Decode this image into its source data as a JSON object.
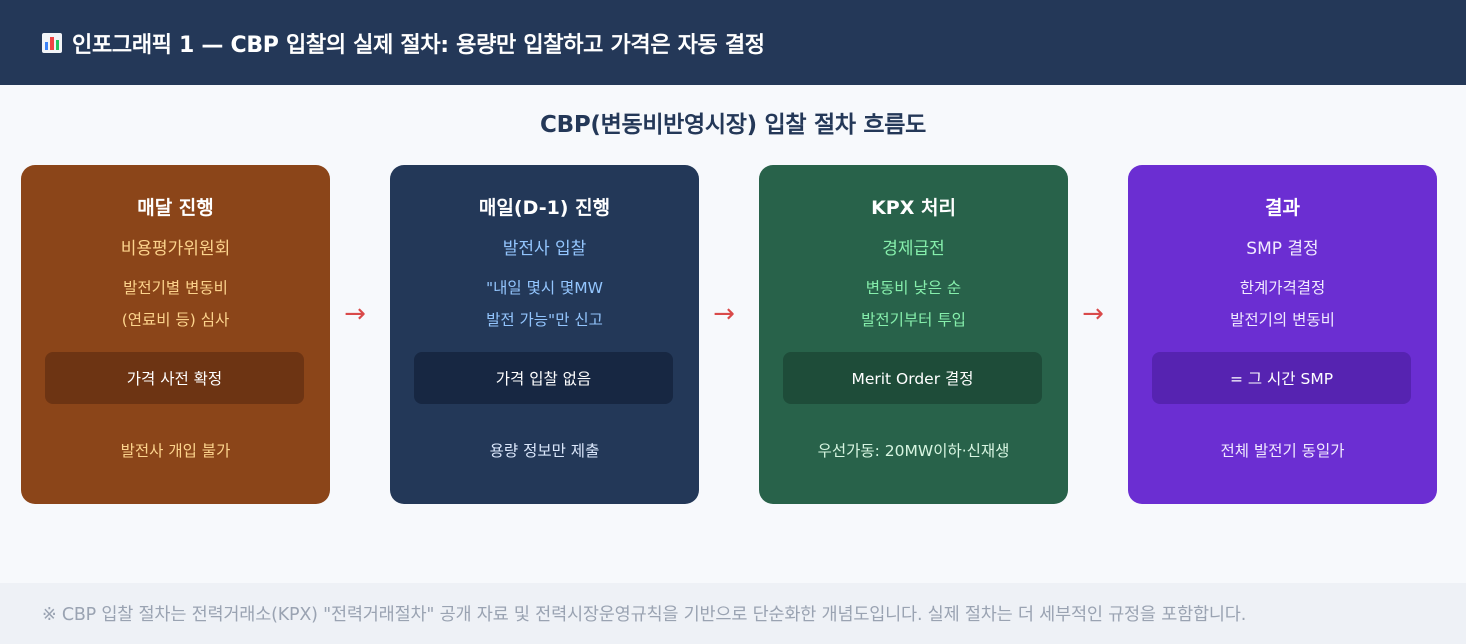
{
  "header": {
    "icon": "bar-chart-icon",
    "title": "인포그래픽 1 — CBP 입찰의 실제 절차: 용량만 입찰하고 가격은 자동 결정"
  },
  "diagram": {
    "title": "CBP(변동비반영시장) 입찰 절차 흐름도",
    "arrow": "→",
    "cards": [
      {
        "title": "매달 진행",
        "subtitle": "비용평가위원회",
        "line1": "발전기별 변동비",
        "line2": "(연료비 등) 심사",
        "box": "가격 사전 확정",
        "footer": "발전사 개입 불가",
        "color": "#8b4519"
      },
      {
        "title": "매일(D-1) 진행",
        "subtitle": "발전사 입찰",
        "line1": "\"내일 몇시 몇MW",
        "line2": "발전 가능\"만 신고",
        "box": "가격 입찰 없음",
        "footer": "용량 정보만 제출",
        "color": "#233858"
      },
      {
        "title": "KPX 처리",
        "subtitle": "경제급전",
        "line1": "변동비 낮은 순",
        "line2": "발전기부터 투입",
        "box": "Merit Order 결정",
        "footer": "우선가동: 20MW이하·신재생",
        "color": "#28624a"
      },
      {
        "title": "결과",
        "subtitle": "SMP 결정",
        "line1": "한계가격결정",
        "line2": "발전기의 변동비",
        "box": "= 그 시간 SMP",
        "footer": "전체 발전기 동일가",
        "color": "#6b2ed2"
      }
    ]
  },
  "footer": {
    "note": "※ CBP 입찰 절차는 전력거래소(KPX) \"전력거래절차\" 공개 자료 및 전력시장운영규칙을 기반으로 단순화한 개념도입니다. 실제 절차는 더 세부적인 규정을 포함합니다."
  }
}
